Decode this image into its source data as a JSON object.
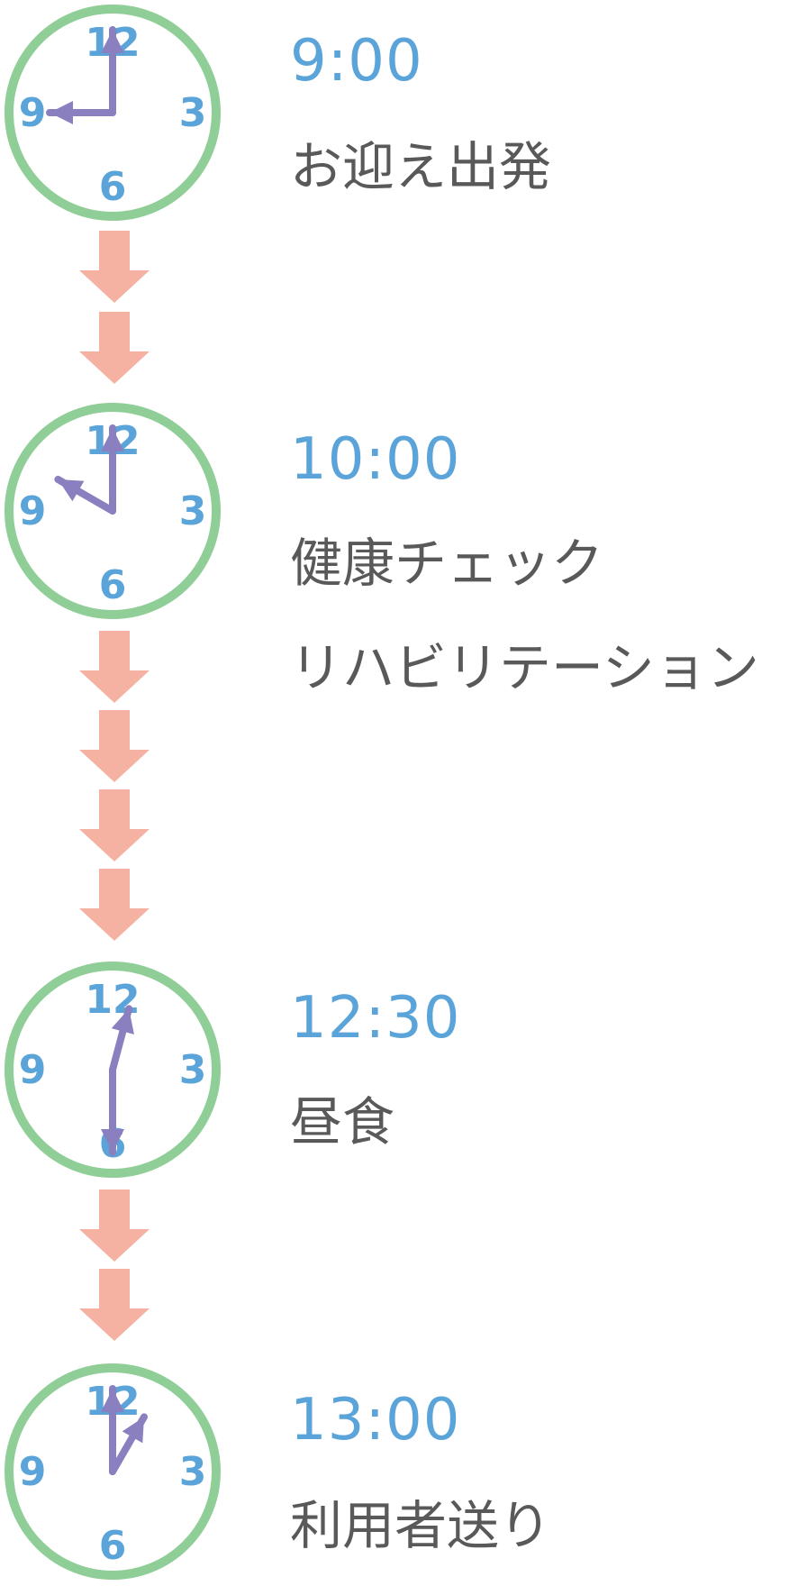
{
  "colors": {
    "clock_ring": "#8fce97",
    "numerals": "#5ba4d9",
    "hands": "#8a7fbf",
    "arrow": "#f5b2a3",
    "time_text": "#5ba4d9",
    "label_text": "#595959"
  },
  "clock_numerals": {
    "twelve": "12",
    "three": "3",
    "six": "6",
    "nine": "9"
  },
  "schedule": [
    {
      "time": "9:00",
      "labels": [
        "お迎え出発"
      ],
      "hour": 9,
      "minute": 0
    },
    {
      "time": "10:00",
      "labels": [
        "健康チェック",
        "リハビリテーション"
      ],
      "hour": 10,
      "minute": 0
    },
    {
      "time": "12:30",
      "labels": [
        "昼食"
      ],
      "hour": 12,
      "minute": 30
    },
    {
      "time": "13:00",
      "labels": [
        "利用者送り"
      ],
      "hour": 13,
      "minute": 0
    }
  ],
  "arrows_between": [
    2,
    4,
    2
  ],
  "arrow_icon": "down-arrow-icon",
  "clock_icon": "clock-icon"
}
